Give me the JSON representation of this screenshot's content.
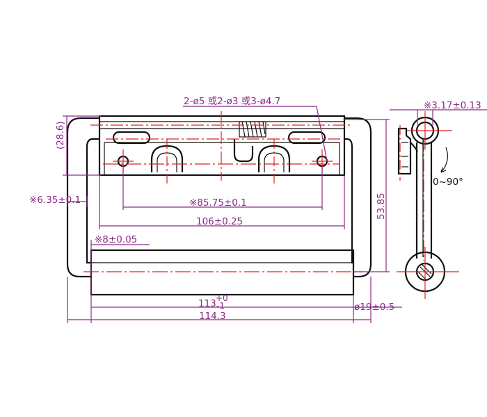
{
  "colors": {
    "outline": "#111111",
    "dimension": "#8a2b86",
    "centerline": "#e02020",
    "background": "#ffffff"
  },
  "dimensions": {
    "holes_callout": "2-ø5 或2-ø3 或3-ø4.7",
    "height_total": "(28.6)",
    "bar_offset": "※6.35±0.1",
    "hole_spacing": "※85.75±0.1",
    "plate_width": "106±0.25",
    "grip_inset": "※8±0.05",
    "handle_height": "53.85",
    "inner_width_base": "113",
    "inner_width_tol_upper": "+0",
    "inner_width_tol_lower": "-1",
    "overall_width": "114.3",
    "grip_diameter": "ø19±0.5",
    "wire_diameter": "※3.17±0.13",
    "rotation_range": "0~90°"
  }
}
